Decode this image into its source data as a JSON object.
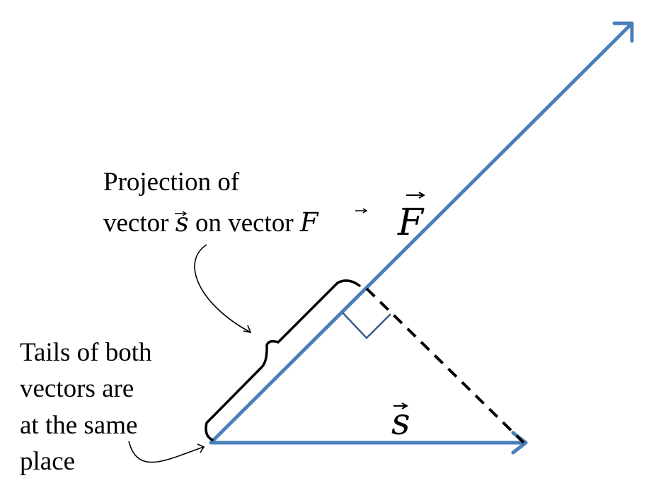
{
  "vectors": {
    "color": "#4a7ebb",
    "force_label": "F",
    "displacement_label": "s"
  },
  "annotations": {
    "projection_line1": "Projection of",
    "projection_line2_prefix": "vector ",
    "projection_line2_s": "s",
    "projection_line2_middle": " on vector ",
    "projection_line2_f": "F",
    "tails_line1": "Tails of both",
    "tails_line2": "vectors are",
    "tails_line3": "at the same",
    "tails_line4": "place"
  },
  "colors": {
    "right_angle_marker": "#385d8a",
    "dashed_line": "#000000",
    "brace": "#000000"
  }
}
